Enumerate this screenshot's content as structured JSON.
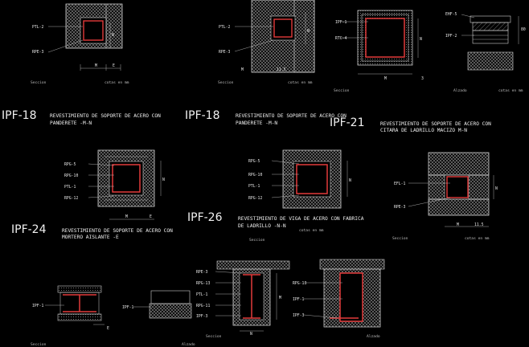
{
  "colors": {
    "background": "#000000",
    "line": "#cfcfcf",
    "steel": "#e23a3a",
    "hatch": "#8a8a8a",
    "text": "#f0f0f0"
  },
  "headings": {
    "ipf18a": "IPF-18",
    "ipf18b": "IPF-18",
    "ipf21": "IPF-21",
    "ipf24": "IPF-24",
    "ipf26": "IPF-26"
  },
  "descriptions": {
    "d1a": "REVESTIMIENTO DE SOPORTE DE ACERO CON",
    "d1b": "PANDERETE -M-N",
    "d2a": "REVESTIMIENTO DE SOPORTE DE ACERO CON",
    "d2b": "PANDERETE -M-N",
    "d3a": "REVESTIMIENTO DE SOPORTE DE ACERO CON",
    "d3b": "CITARA DE LADRILLO MACIZO M-N",
    "d4a": "REVESTIMIENTO DE SOPORTE DE ACERO CON",
    "d4b": "MORTERO AISLANTE -E",
    "d5a": "REVESTIMIENTO DE VIGA DE ACERO CON FABRICA",
    "d5b": "DE LADRILLO -N-N"
  },
  "captions": {
    "seccion": "Seccion",
    "alzado": "Alzado",
    "cotas": "cotas en mm"
  },
  "tags": {
    "ptl2": "PTL-2",
    "rpe3": "RPE-3",
    "ipf1": "IPF-1",
    "rtc4": "RTC-4",
    "ehf5": "EHF-5",
    "ipf2": "IPF-2",
    "rpg5": "RPG-5",
    "rpg10": "RPG-10",
    "ptl1": "PTL-1",
    "rpg12": "RPG-12",
    "efl1": "EFL-1",
    "rpg13": "RPG-13",
    "rpg11": "RPG-11",
    "ipf3": "IPF-3"
  },
  "dims": {
    "m": "M",
    "n": "N",
    "e": "E",
    "d115": "11.5",
    "d3": "3",
    "d80": "80"
  }
}
